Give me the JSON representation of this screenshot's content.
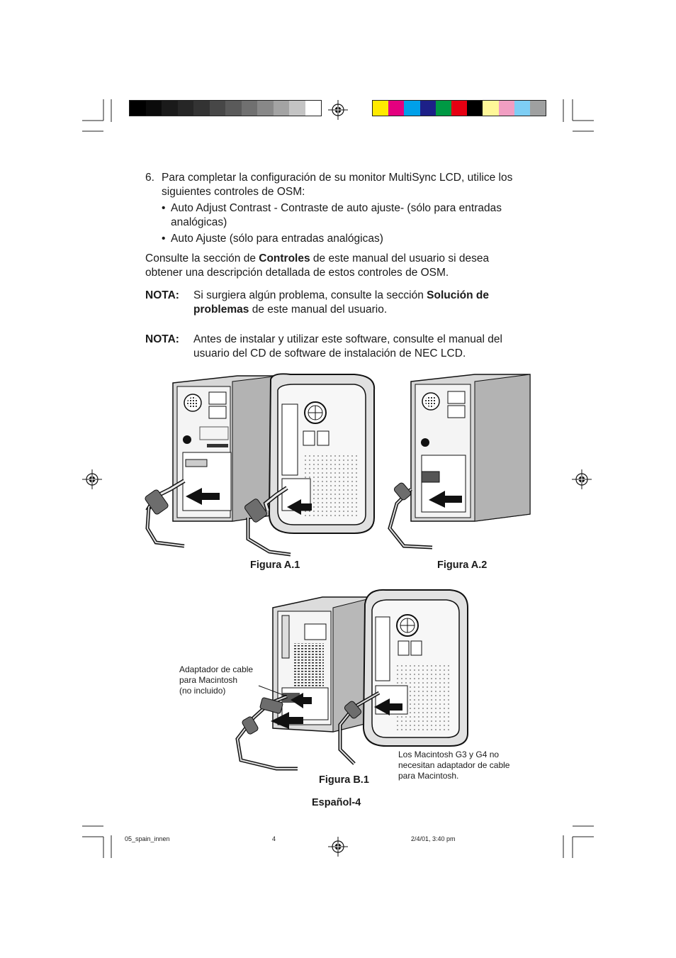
{
  "print_marks": {
    "gray_swatches": [
      "#000000",
      "#0b0b0b",
      "#1a1a1a",
      "#262626",
      "#333333",
      "#474747",
      "#5a5a5a",
      "#707070",
      "#888888",
      "#a3a3a3",
      "#c4c4c4",
      "#ffffff"
    ],
    "color_swatches": [
      "#ffea00",
      "#e4007f",
      "#00a0e9",
      "#1d2088",
      "#009944",
      "#e60012",
      "#000000",
      "#fff799",
      "#f19ec2",
      "#7ecef4",
      "#9fa0a0"
    ]
  },
  "content": {
    "step_number": "6.",
    "step_text": "Para completar la configuración de su monitor MultiSync LCD, utilice los siguientes controles de OSM:",
    "bullets": [
      "Auto Adjust Contrast - Contraste de auto ajuste- (sólo para entradas analógicas)",
      "Auto Ajuste (sólo para entradas analógicas)"
    ],
    "consult_pre": "Consulte la sección de ",
    "consult_bold": "Controles",
    "consult_post": " de este manual del usuario si desea obtener una descripción detallada de estos controles de OSM.",
    "nota1_label": "NOTA:",
    "nota1_pre": "Si surgiera algún problema, consulte la sección ",
    "nota1_bold": "Solución de problemas",
    "nota1_post": " de este manual del usuario.",
    "nota2_label": "NOTA:",
    "nota2_text": "Antes de instalar y utilizar este software, consulte el manual del usuario del CD de software de instalación de NEC LCD."
  },
  "figures": {
    "fig_a1": "Figura A.1",
    "fig_a2": "Figura A.2",
    "fig_b1": "Figura B.1",
    "adapter_note": [
      "Adaptador de cable",
      "para Macintosh",
      "(no incluido)"
    ],
    "mac_note": [
      "Los Macintosh G3 y G4 no",
      "necesitan adaptador de cable",
      "para Macintosh."
    ]
  },
  "footer": {
    "page_label": "Español-4",
    "file_name": "05_spain_innen",
    "page_number": "4",
    "timestamp": "2/4/01, 3:40 pm"
  }
}
